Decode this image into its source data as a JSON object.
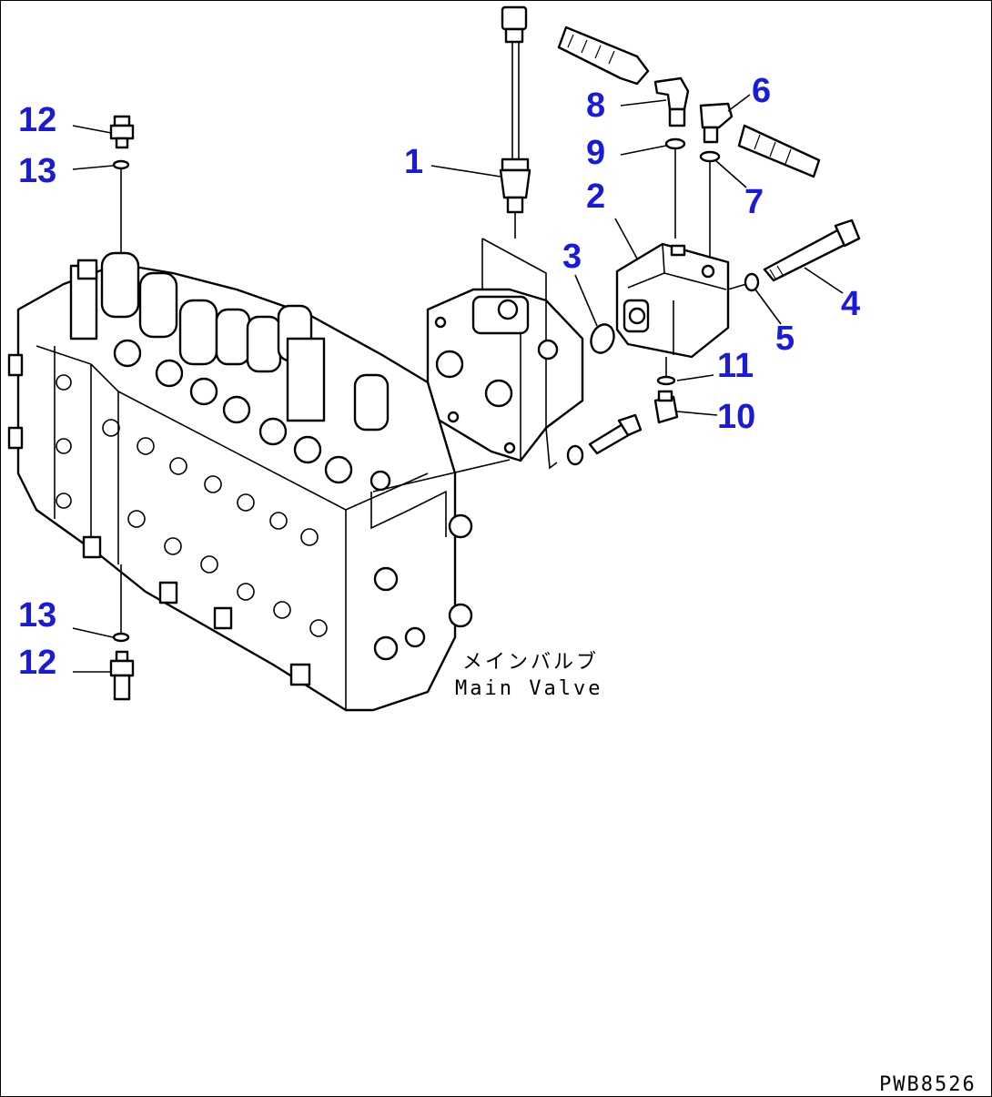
{
  "callouts": [
    {
      "id": "c12a",
      "text": "12"
    },
    {
      "id": "c13a",
      "text": "13"
    },
    {
      "id": "c1",
      "text": "1"
    },
    {
      "id": "c8",
      "text": "8"
    },
    {
      "id": "c6",
      "text": "6"
    },
    {
      "id": "c9",
      "text": "9"
    },
    {
      "id": "c2",
      "text": "2"
    },
    {
      "id": "c7",
      "text": "7"
    },
    {
      "id": "c3",
      "text": "3"
    },
    {
      "id": "c4",
      "text": "4"
    },
    {
      "id": "c5",
      "text": "5"
    },
    {
      "id": "c11",
      "text": "11"
    },
    {
      "id": "c10",
      "text": "10"
    },
    {
      "id": "c13b",
      "text": "13"
    },
    {
      "id": "c12b",
      "text": "12"
    }
  ],
  "main_valve_label_jp": "メインバルブ",
  "main_valve_label_en": "Main Valve",
  "drawing_code": "PWB8526",
  "colors": {
    "callout": "#1a1ad9",
    "line": "#000000",
    "background": "#ffffff"
  }
}
